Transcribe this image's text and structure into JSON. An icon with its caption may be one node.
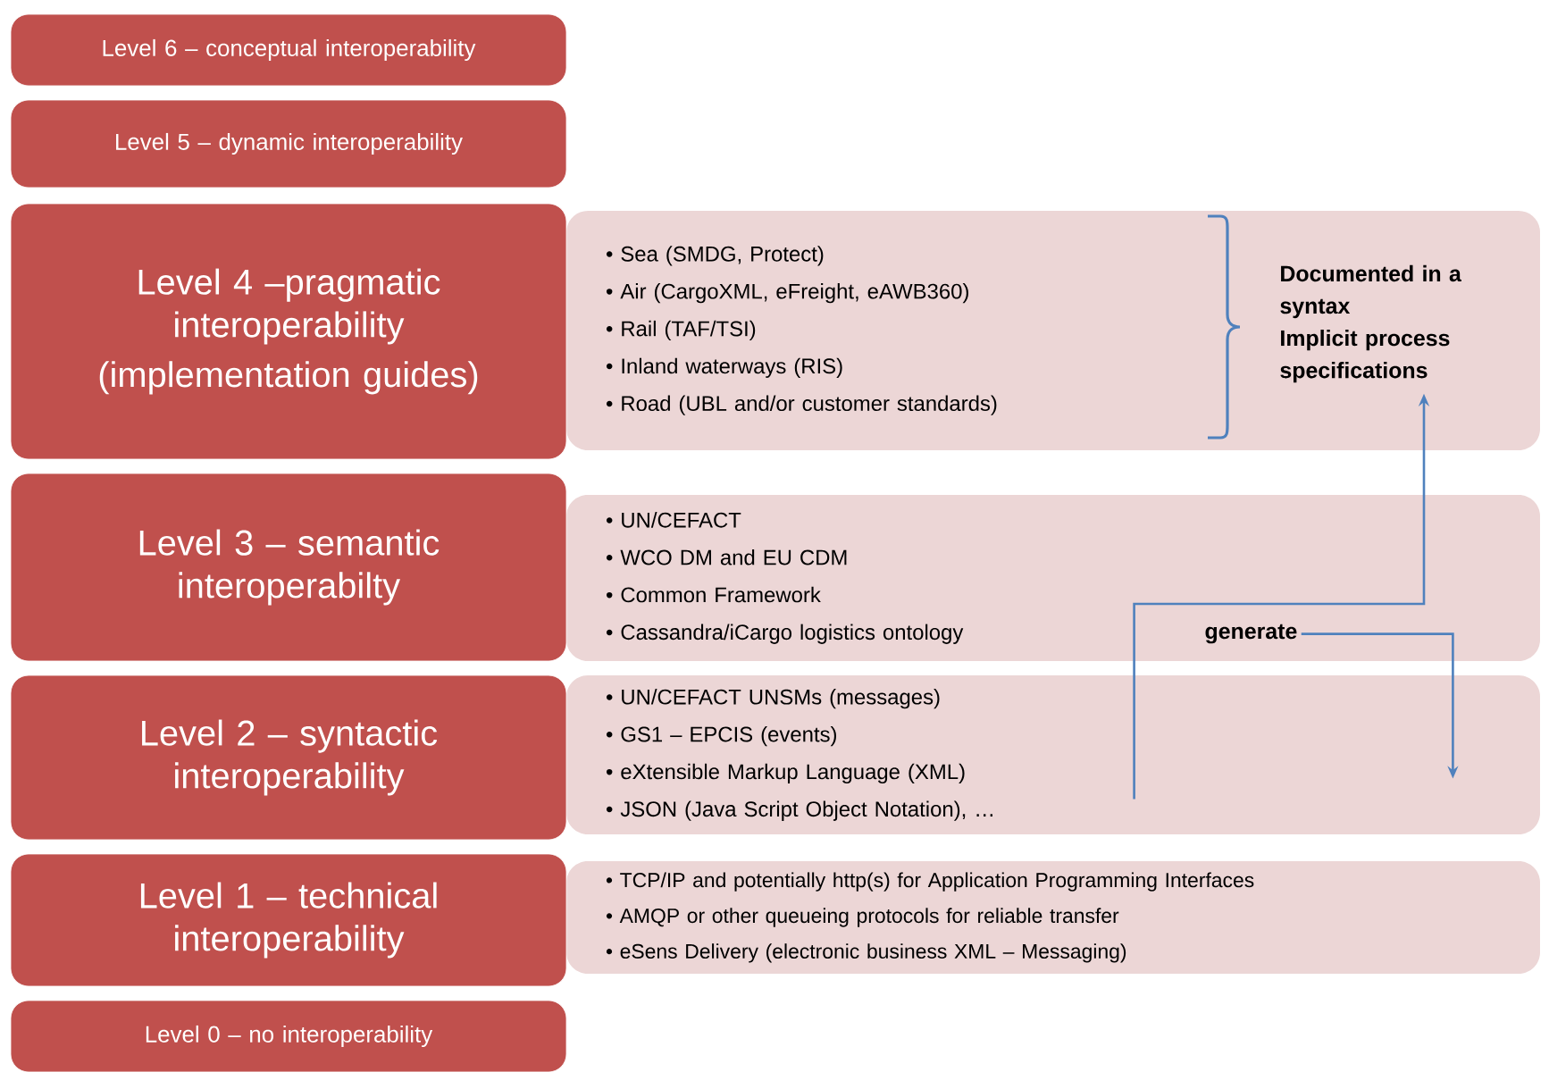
{
  "diagram": {
    "nodes": [
      {
        "text": [
          "Level 6 – conceptual interoperability"
        ]
      },
      {
        "text": [
          "Level 5 – dynamic interoperability"
        ]
      },
      {
        "text": [
          "Level 4 –pragmatic interoperability",
          "(implementation guides)"
        ]
      },
      {
        "text": [
          "• Sea (SMDG, Protect)",
          "• Air (CargoXML, eFreight, eAWB360)",
          "• Rail (TAF/TSI)",
          "• Inland waterways (RIS)",
          "• Road (UBL and/or customer standards)"
        ]
      },
      {
        "text": [
          "Documented in a syntax",
          "Implicit process specifications"
        ],
        "in": 3
      },
      {
        "text": [
          "Level  3 – semantic interoperabilty"
        ]
      },
      {
        "text": [
          "• UN/CEFACT",
          "• WCO DM and EU CDM",
          "• Common Framework",
          "• Cassandra/iCargo logistics ontology"
        ]
      },
      {
        "text": [
          "generate"
        ],
        "in": 6
      },
      {
        "text": [
          "Level 2 – syntactic interoperability"
        ]
      },
      {
        "text": [
          "• UN/CEFACT UNSMs (messages)",
          "• GS1 – EPCIS (events)",
          "• eXtensible Markup Language (XML)",
          "• JSON (Java Script Object Notation), …"
        ]
      },
      {
        "text": [
          "Level 1 – technical interoperability"
        ]
      },
      {
        "text": [
          "• TCP/IP and potentially http(s) for Application Programming Interfaces",
          "• AMQP or other queueing protocols for reliable transfer",
          "• eSens Delivery (electronic business XML – Messaging)"
        ]
      },
      {
        "text": [
          "Level 0 – no interoperability"
        ]
      }
    ],
    "edges": [
      {
        "from": 9,
        "to": 4,
        "arrow": "to"
      },
      {
        "from": 7,
        "to": 9,
        "arrow": "to"
      }
    ]
  }
}
